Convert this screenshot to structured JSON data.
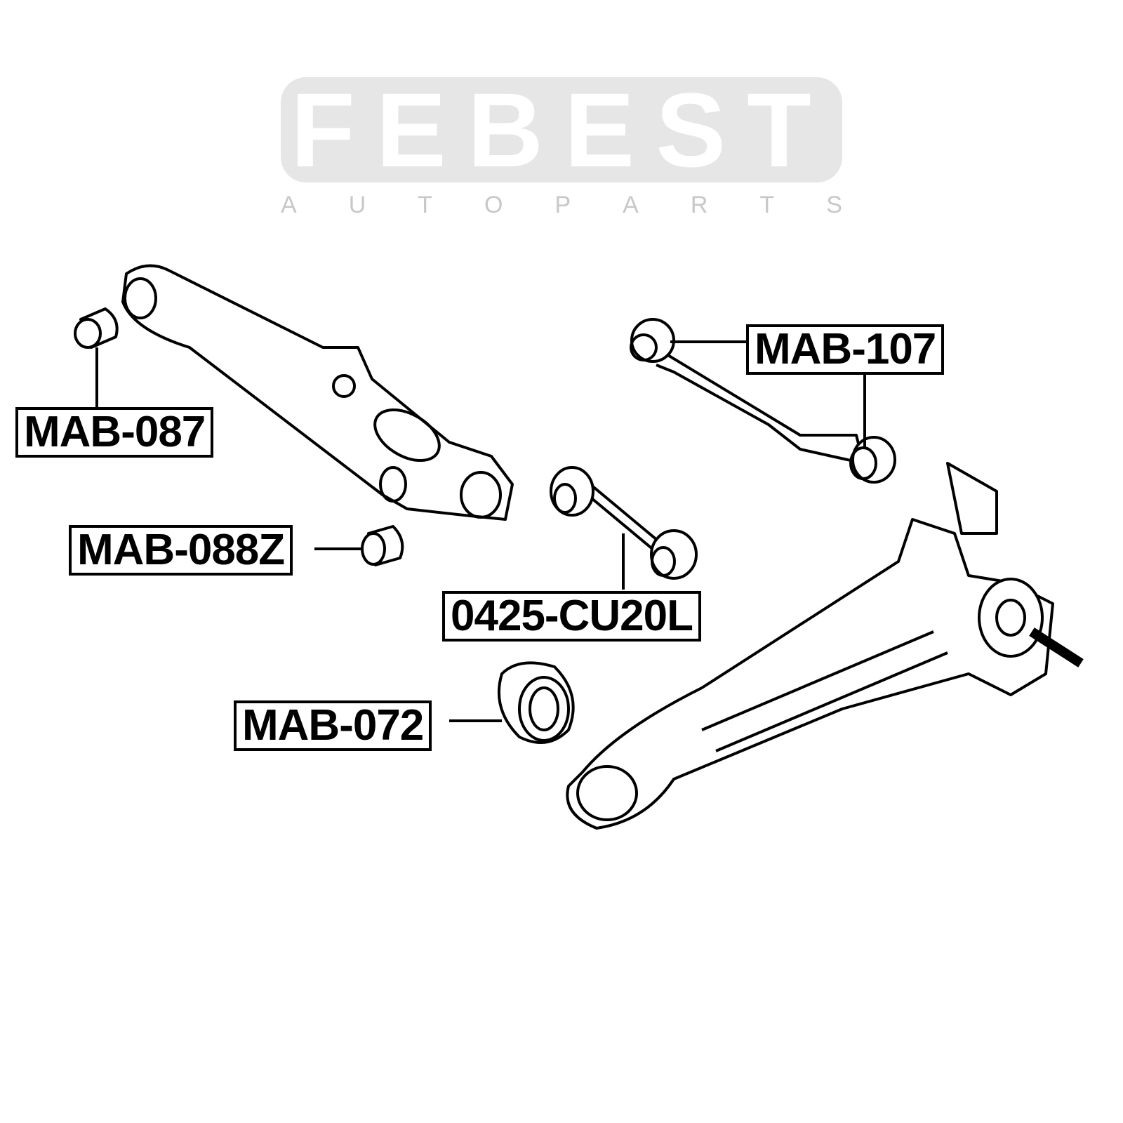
{
  "watermark": {
    "brand": "FEBEST",
    "subtitle": [
      "A",
      "U",
      "T",
      "O",
      "P",
      "A",
      "R",
      "T",
      "S"
    ]
  },
  "parts": [
    {
      "id": "mab-087",
      "label": "MAB-087"
    },
    {
      "id": "mab-088z",
      "label": "MAB-088Z"
    },
    {
      "id": "mab-107",
      "label": "MAB-107"
    },
    {
      "id": "0425-cu20l",
      "label": "0425-CU20L"
    },
    {
      "id": "mab-072",
      "label": "MAB-072"
    }
  ]
}
